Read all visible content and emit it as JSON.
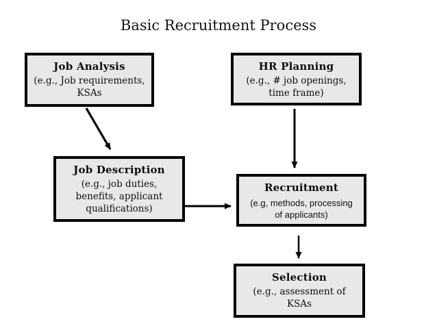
{
  "title": "Basic Recruitment Process",
  "colors": {
    "background": "#ffffff",
    "box_background": "#e8e8e8",
    "box_border": "#000000",
    "arrow": "#000000"
  },
  "boxes": {
    "job_analysis": {
      "label": "Job Analysis",
      "detail": "(e.g., Job requirements,\nKSAs"
    },
    "hr_planning": {
      "label": "HR Planning",
      "detail": "(e.g., # job openings,\ntime frame)"
    },
    "job_description": {
      "label": "Job Description",
      "detail": "(e.g., job duties,\nbenefits, applicant\nqualifications)"
    },
    "recruitment": {
      "label": "Recruitment",
      "detail": "(e.g, methods, processing\nof applicants)"
    },
    "selection": {
      "label": "Selection",
      "detail": "(e.g., assessment of\nKSAs"
    }
  },
  "connections": [
    {
      "from": "job_analysis",
      "to": "job_description"
    },
    {
      "from": "hr_planning",
      "to": "recruitment"
    },
    {
      "from": "job_description",
      "to": "recruitment"
    },
    {
      "from": "recruitment",
      "to": "selection"
    }
  ]
}
